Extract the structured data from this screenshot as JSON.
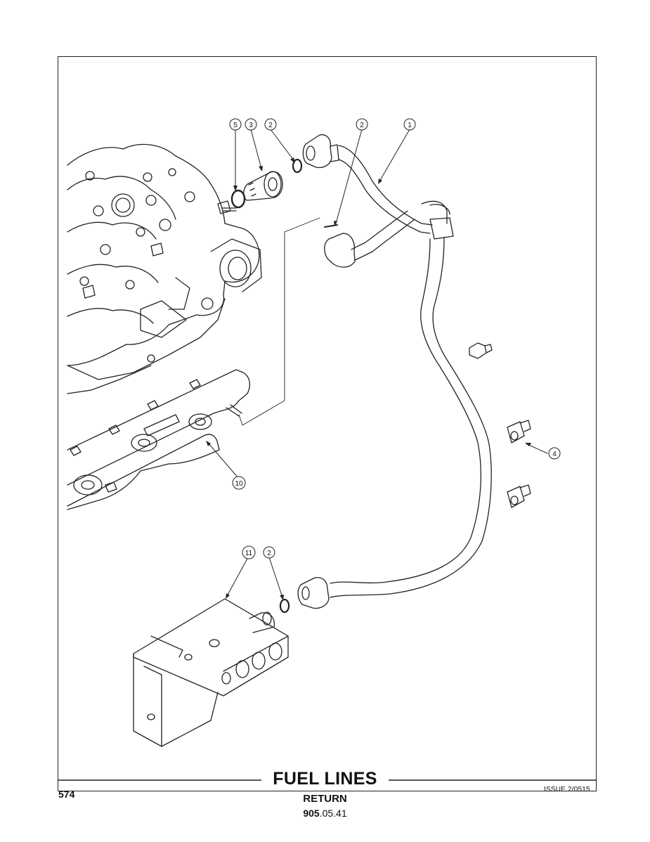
{
  "header": {
    "title": "FUEL LINES",
    "subtitle": "RETURN",
    "ref_bold": "905",
    "ref_rest": ".05.41",
    "page_number": "574",
    "issue": "ISSUE 2/0515"
  },
  "callouts": {
    "c1": "1",
    "c2a": "2",
    "c2b": "2",
    "c2c": "2",
    "c3": "3",
    "c4": "4",
    "c5": "5",
    "c10": "10",
    "c11": "11"
  }
}
